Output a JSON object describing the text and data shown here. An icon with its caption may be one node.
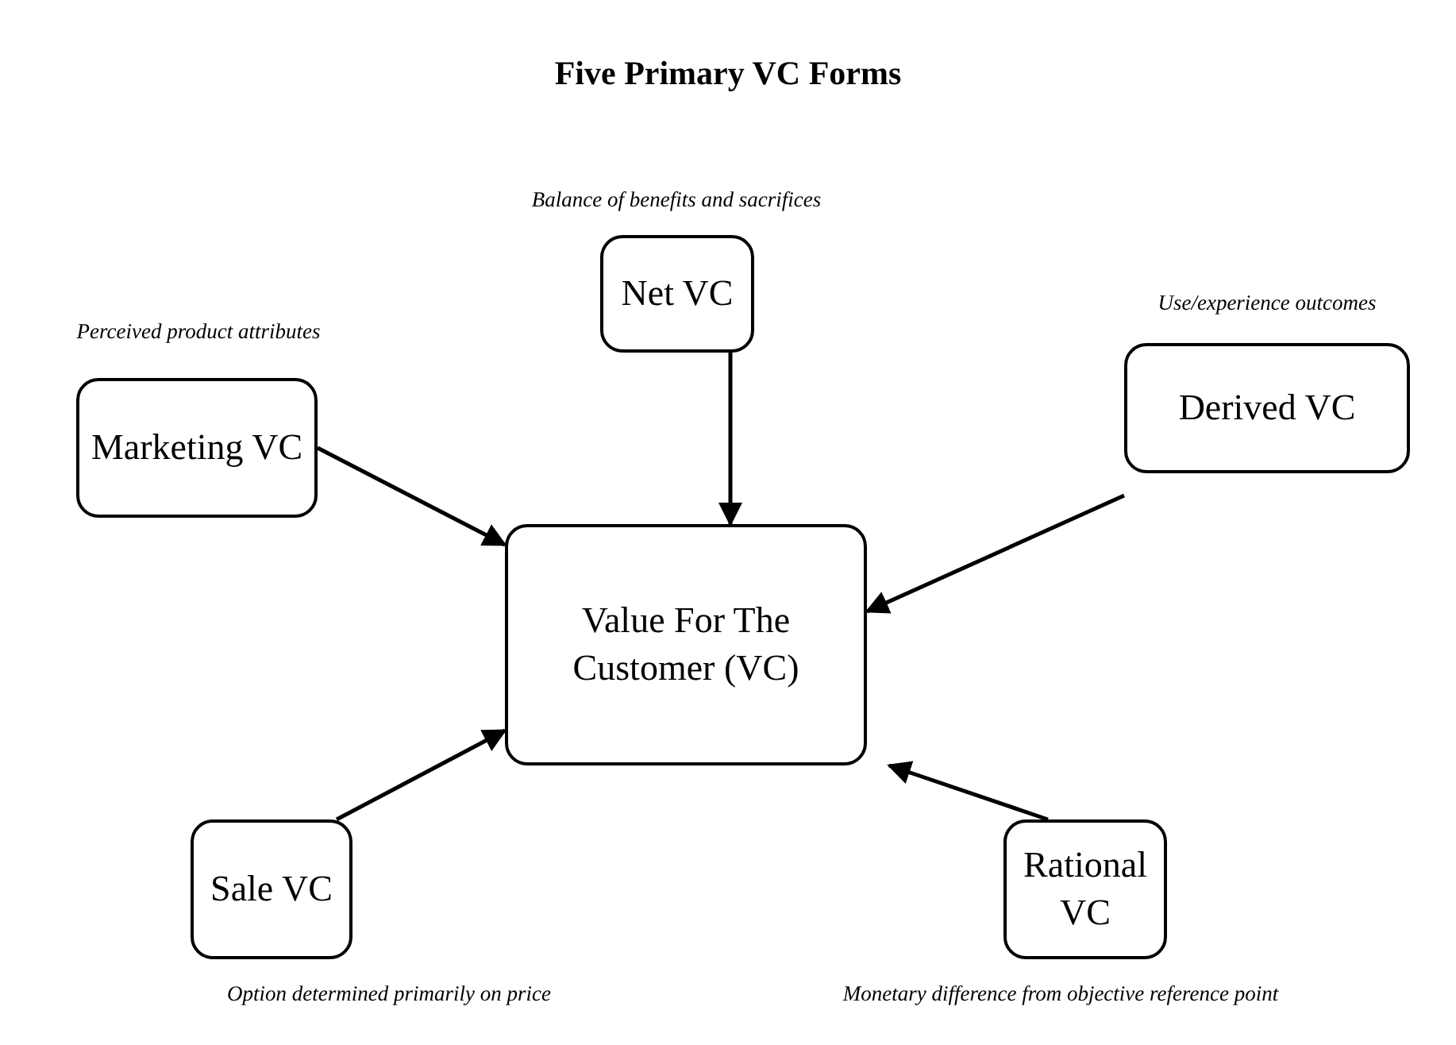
{
  "diagram": {
    "title": "Five Primary VC Forms",
    "nodes": [
      {
        "text": [
          "Net VC"
        ],
        "beside": [
          "Balance of benefits and sacrifices"
        ]
      },
      {
        "text": [
          "Marketing VC"
        ],
        "beside": [
          "Perceived product attributes"
        ]
      },
      {
        "text": [
          "Derived VC"
        ],
        "beside": [
          "Use/experience outcomes"
        ]
      },
      {
        "text": [
          "Value For The Customer (VC)"
        ]
      },
      {
        "text": [
          "Sale VC"
        ],
        "beside": [
          "Option determined primarily on price"
        ]
      },
      {
        "text": [
          "Rational VC"
        ],
        "beside": [
          "Monetary difference from objective reference point"
        ]
      }
    ],
    "edges": [
      {
        "from": 0,
        "to": 3,
        "arrow": "to"
      },
      {
        "from": 1,
        "to": 3,
        "arrow": "to"
      },
      {
        "from": 2,
        "to": 3,
        "arrow": "to"
      },
      {
        "from": 4,
        "to": 3,
        "arrow": "to"
      },
      {
        "from": 5,
        "to": 3,
        "arrow": "to"
      }
    ]
  }
}
